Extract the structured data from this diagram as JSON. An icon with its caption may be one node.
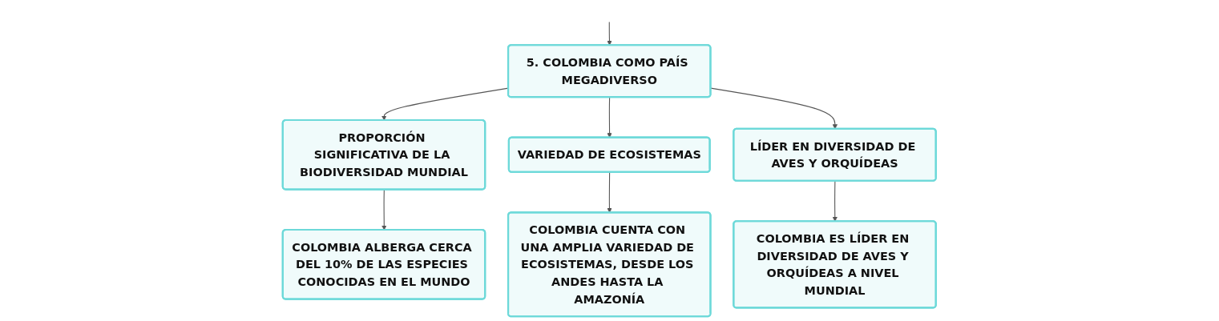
{
  "diagram": {
    "nodes": [
      {
        "text": [
          "5. COLOMBIA COMO PAÍS MEGADIVERSO"
        ]
      },
      {
        "text": [
          "PROPORCIÓN SIGNIFICATIVA DE LA BIODIVERSIDAD MUNDIAL"
        ]
      },
      {
        "text": [
          "VARIEDAD DE ECOSISTEMAS"
        ]
      },
      {
        "text": [
          "LÍDER EN DIVERSIDAD DE AVES Y ORQUÍDEAS"
        ]
      },
      {
        "text": [
          "COLOMBIA ALBERGA CERCA DEL 10% DE LAS ESPECIES CONOCIDAS EN EL MUNDO"
        ]
      },
      {
        "text": [
          "COLOMBIA CUENTA CON UNA AMPLIA VARIEDAD DE ECOSISTEMAS, DESDE LOS ANDES HASTA LA AMAZONÍA"
        ]
      },
      {
        "text": [
          "COLOMBIA ES LÍDER EN DIVERSIDAD DE AVES Y ORQUÍDEAS A NIVEL MUNDIAL"
        ]
      }
    ],
    "edges": [
      {
        "from": null,
        "to": 0,
        "arrow": "to"
      },
      {
        "from": 0,
        "to": 1,
        "arrow": "to"
      },
      {
        "from": 0,
        "to": 2,
        "arrow": "to"
      },
      {
        "from": 0,
        "to": 3,
        "arrow": "to"
      },
      {
        "from": 1,
        "to": 4,
        "arrow": "to"
      },
      {
        "from": 2,
        "to": 5,
        "arrow": "to"
      },
      {
        "from": 3,
        "to": 6,
        "arrow": "to"
      }
    ]
  }
}
